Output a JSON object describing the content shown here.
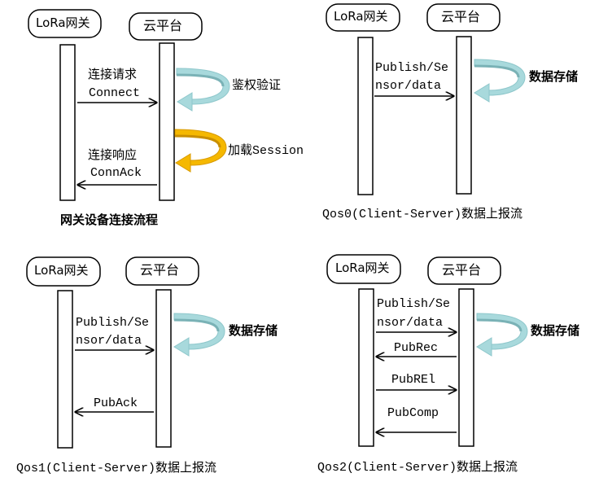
{
  "colors": {
    "teal": "#a8d9dc",
    "teal_edge": "#8ec7cb",
    "gold": "#f5b800",
    "gold_edge": "#d89a00",
    "line": "#000000"
  },
  "panels": [
    {
      "id": "connect",
      "gateway": "LoRa网关",
      "cloud": "云平台",
      "caption": "网关设备连接流程",
      "msgs": [
        {
          "line1": "连接请求",
          "line2": "Connect"
        },
        {
          "line1": "连接响应",
          "line2": "ConnAck"
        }
      ],
      "actions": [
        {
          "label": "鉴权验证",
          "style": "teal-arrow"
        },
        {
          "label": "加载Session",
          "style": "gold-arrow"
        }
      ]
    },
    {
      "id": "qos0",
      "gateway": "LoRa网关",
      "cloud": "云平台",
      "caption": "Qos0(Client-Server)数据上报流",
      "msgs": [
        {
          "line1": "Publish/Se",
          "line2": "nsor/data"
        }
      ],
      "actions": [
        {
          "label": "数据存储",
          "style": "teal-arrow"
        }
      ]
    },
    {
      "id": "qos1",
      "gateway": "LoRa网关",
      "cloud": "云平台",
      "caption": "Qos1(Client-Server)数据上报流",
      "msgs": [
        {
          "line1": "Publish/Se",
          "line2": "nsor/data"
        },
        {
          "line1": "PubAck"
        }
      ],
      "actions": [
        {
          "label": "数据存储",
          "style": "teal-arrow"
        }
      ]
    },
    {
      "id": "qos2",
      "gateway": "LoRa网关",
      "cloud": "云平台",
      "caption": "Qos2(Client-Server)数据上报流",
      "msgs": [
        {
          "line1": "Publish/Se",
          "line2": "nsor/data"
        },
        {
          "line1": "PubRec"
        },
        {
          "line1": "PubREl"
        },
        {
          "line1": "PubComp"
        }
      ],
      "actions": [
        {
          "label": "数据存储",
          "style": "teal-arrow"
        }
      ]
    }
  ]
}
